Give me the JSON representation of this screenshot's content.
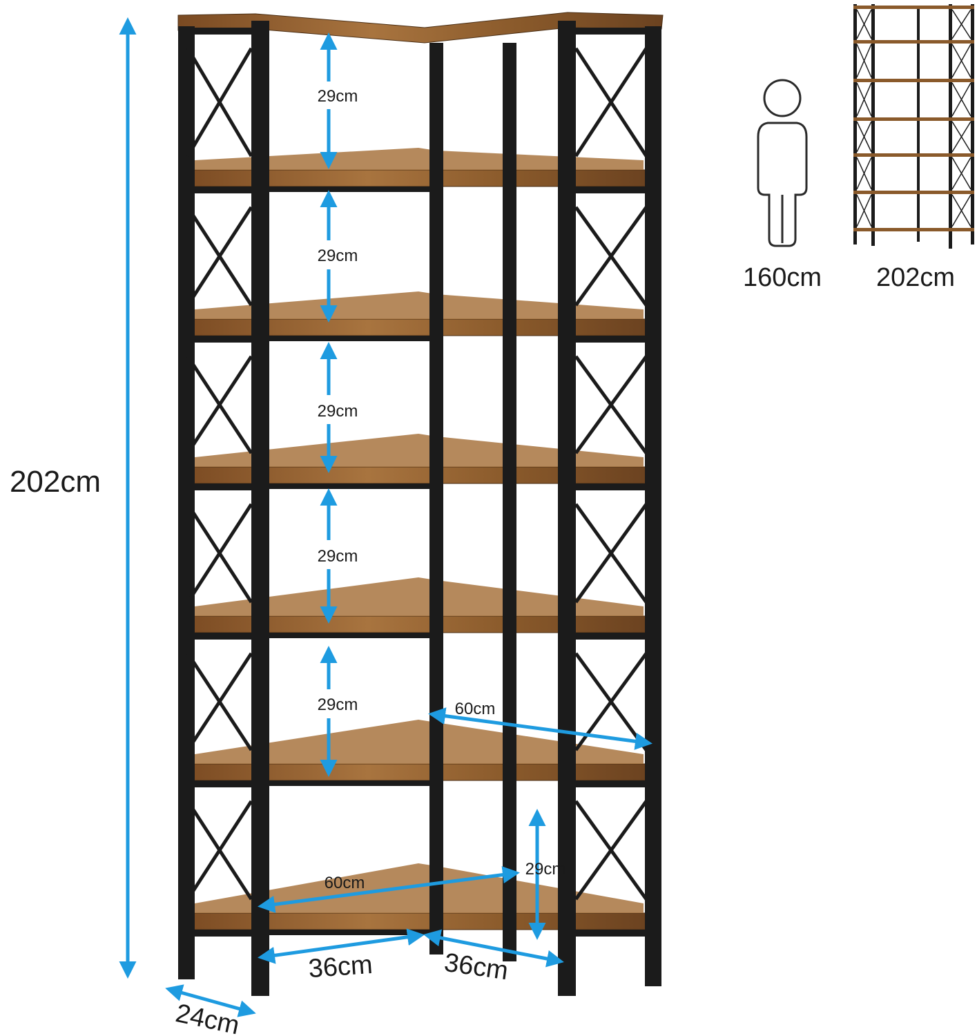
{
  "colors": {
    "frame": "#1b1b1b",
    "wood": "#8a5a2b",
    "wood_dark": "#6b4220",
    "wood_light": "#a8743f",
    "arrow": "#1e9be0",
    "text": "#1a1a1a",
    "figure_stroke": "#2a2a2a"
  },
  "dimensions": {
    "total_height": "202cm",
    "shelf_gap_1": "29cm",
    "shelf_gap_2": "29cm",
    "shelf_gap_3": "29cm",
    "shelf_gap_4": "29cm",
    "shelf_gap_5": "29cm",
    "shelf_gap_bottom": "29cm",
    "side_width_upper": "60cm",
    "side_width_lower": "60cm",
    "front_depth_left": "36cm",
    "front_depth_right": "36cm",
    "side_depth": "24cm"
  },
  "comparison": {
    "person_height": "160cm",
    "shelf_height": "202cm"
  },
  "icons": [
    "person-silhouette-icon",
    "shelf-thumbnail-icon",
    "dimension-arrow-icon"
  ]
}
